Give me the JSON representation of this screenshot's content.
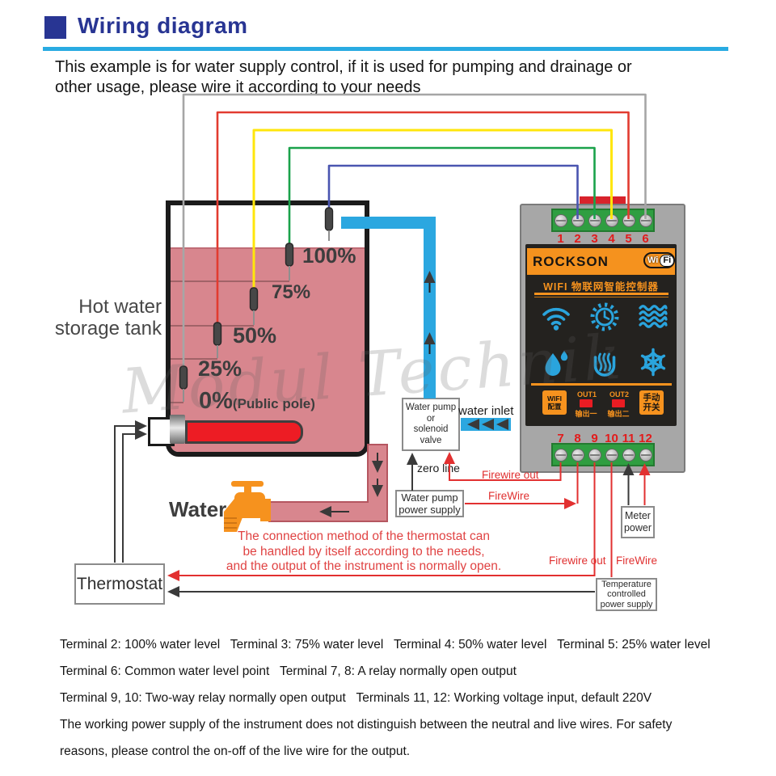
{
  "header": {
    "title": "Wiring diagram",
    "intro_line1": "This example is for water supply control, if it is used for pumping and drainage or",
    "intro_line2": "other usage, please wire it according to your needs",
    "accent_color": "#283593",
    "rule_color": "#29abe2"
  },
  "tank": {
    "label_line1": "Hot water",
    "label_line2": "storage tank",
    "level_100": "100%",
    "level_75": "75%",
    "level_50": "50%",
    "level_25": "25%",
    "level_0": "0%",
    "level_0_suffix": "(Public pole)",
    "water_color": "#d8868e"
  },
  "pump": {
    "box_line1": "Water pump",
    "box_line2": "or",
    "box_line3": "solenoid valve",
    "water_inlet_label": "water inlet",
    "zero_line_label": "zero line",
    "power_line1": "Water pump",
    "power_line2": "power supply"
  },
  "wiring": {
    "firewire_out_top": "Firewire out",
    "firewire_top": "FireWire",
    "firewire_out_bottom": "Firewire out",
    "firewire_bottom": "FireWire",
    "wire_colors": {
      "level100_blue": "#4a55b0",
      "level75_green": "#1aa24b",
      "level50_yellow": "#ffe60c",
      "level25_red": "#e23b30",
      "common_gray": "#a6a6a6"
    }
  },
  "water_label": "Water",
  "thermostat_label": "Thermostat",
  "meter_box": {
    "line1": "Meter",
    "line2": "power"
  },
  "temp_box": {
    "line1": "Temperature",
    "line2": "controlled",
    "line3": "power supply"
  },
  "note": {
    "line1": "The connection method of the thermostat can",
    "line2": "be handled by itself according to the needs,",
    "line3": "and the output of the instrument is normally open."
  },
  "device": {
    "brand": "ROCKSON",
    "badge_wi": "Wi",
    "badge_fi": "Fi",
    "panel_title": "WIFI 物联网智能控制器",
    "accent_color": "#f5921e",
    "icon_color": "#2aa4dd",
    "icons": [
      "wifi-icon",
      "timer-icon",
      "waves-icon",
      "water-drops-icon",
      "heating-icon",
      "snowflake-icon"
    ],
    "top_terminals": [
      "1",
      "2",
      "3",
      "4",
      "5",
      "6"
    ],
    "bottom_terminals": [
      "7",
      "8",
      "9",
      "10",
      "11",
      "12"
    ],
    "controls": {
      "wifi_btn_line1": "WIFI",
      "wifi_btn_line2": "配置",
      "out1_label": "OUT1",
      "out1_cn": "输出一",
      "out2_label": "OUT2",
      "out2_cn": "输出二",
      "manual_btn_line1": "手动",
      "manual_btn_line2": "开关"
    }
  },
  "watermark": "Modul Technik",
  "footer": {
    "line1": "Terminal 2: 100% water level   Terminal 3: 75% water level   Terminal 4: 50% water level   Terminal 5: 25% water level",
    "line2": "Terminal 6: Common water level point   Terminal 7, 8: A relay normally open output",
    "line3": "Terminal 9, 10: Two-way relay normally open output   Terminals 11, 12: Working voltage input, default 220V",
    "line4": "The working power supply of the instrument does not distinguish between the neutral and live wires. For safety",
    "line5": "reasons, please control the on-off of the live wire for the output."
  }
}
